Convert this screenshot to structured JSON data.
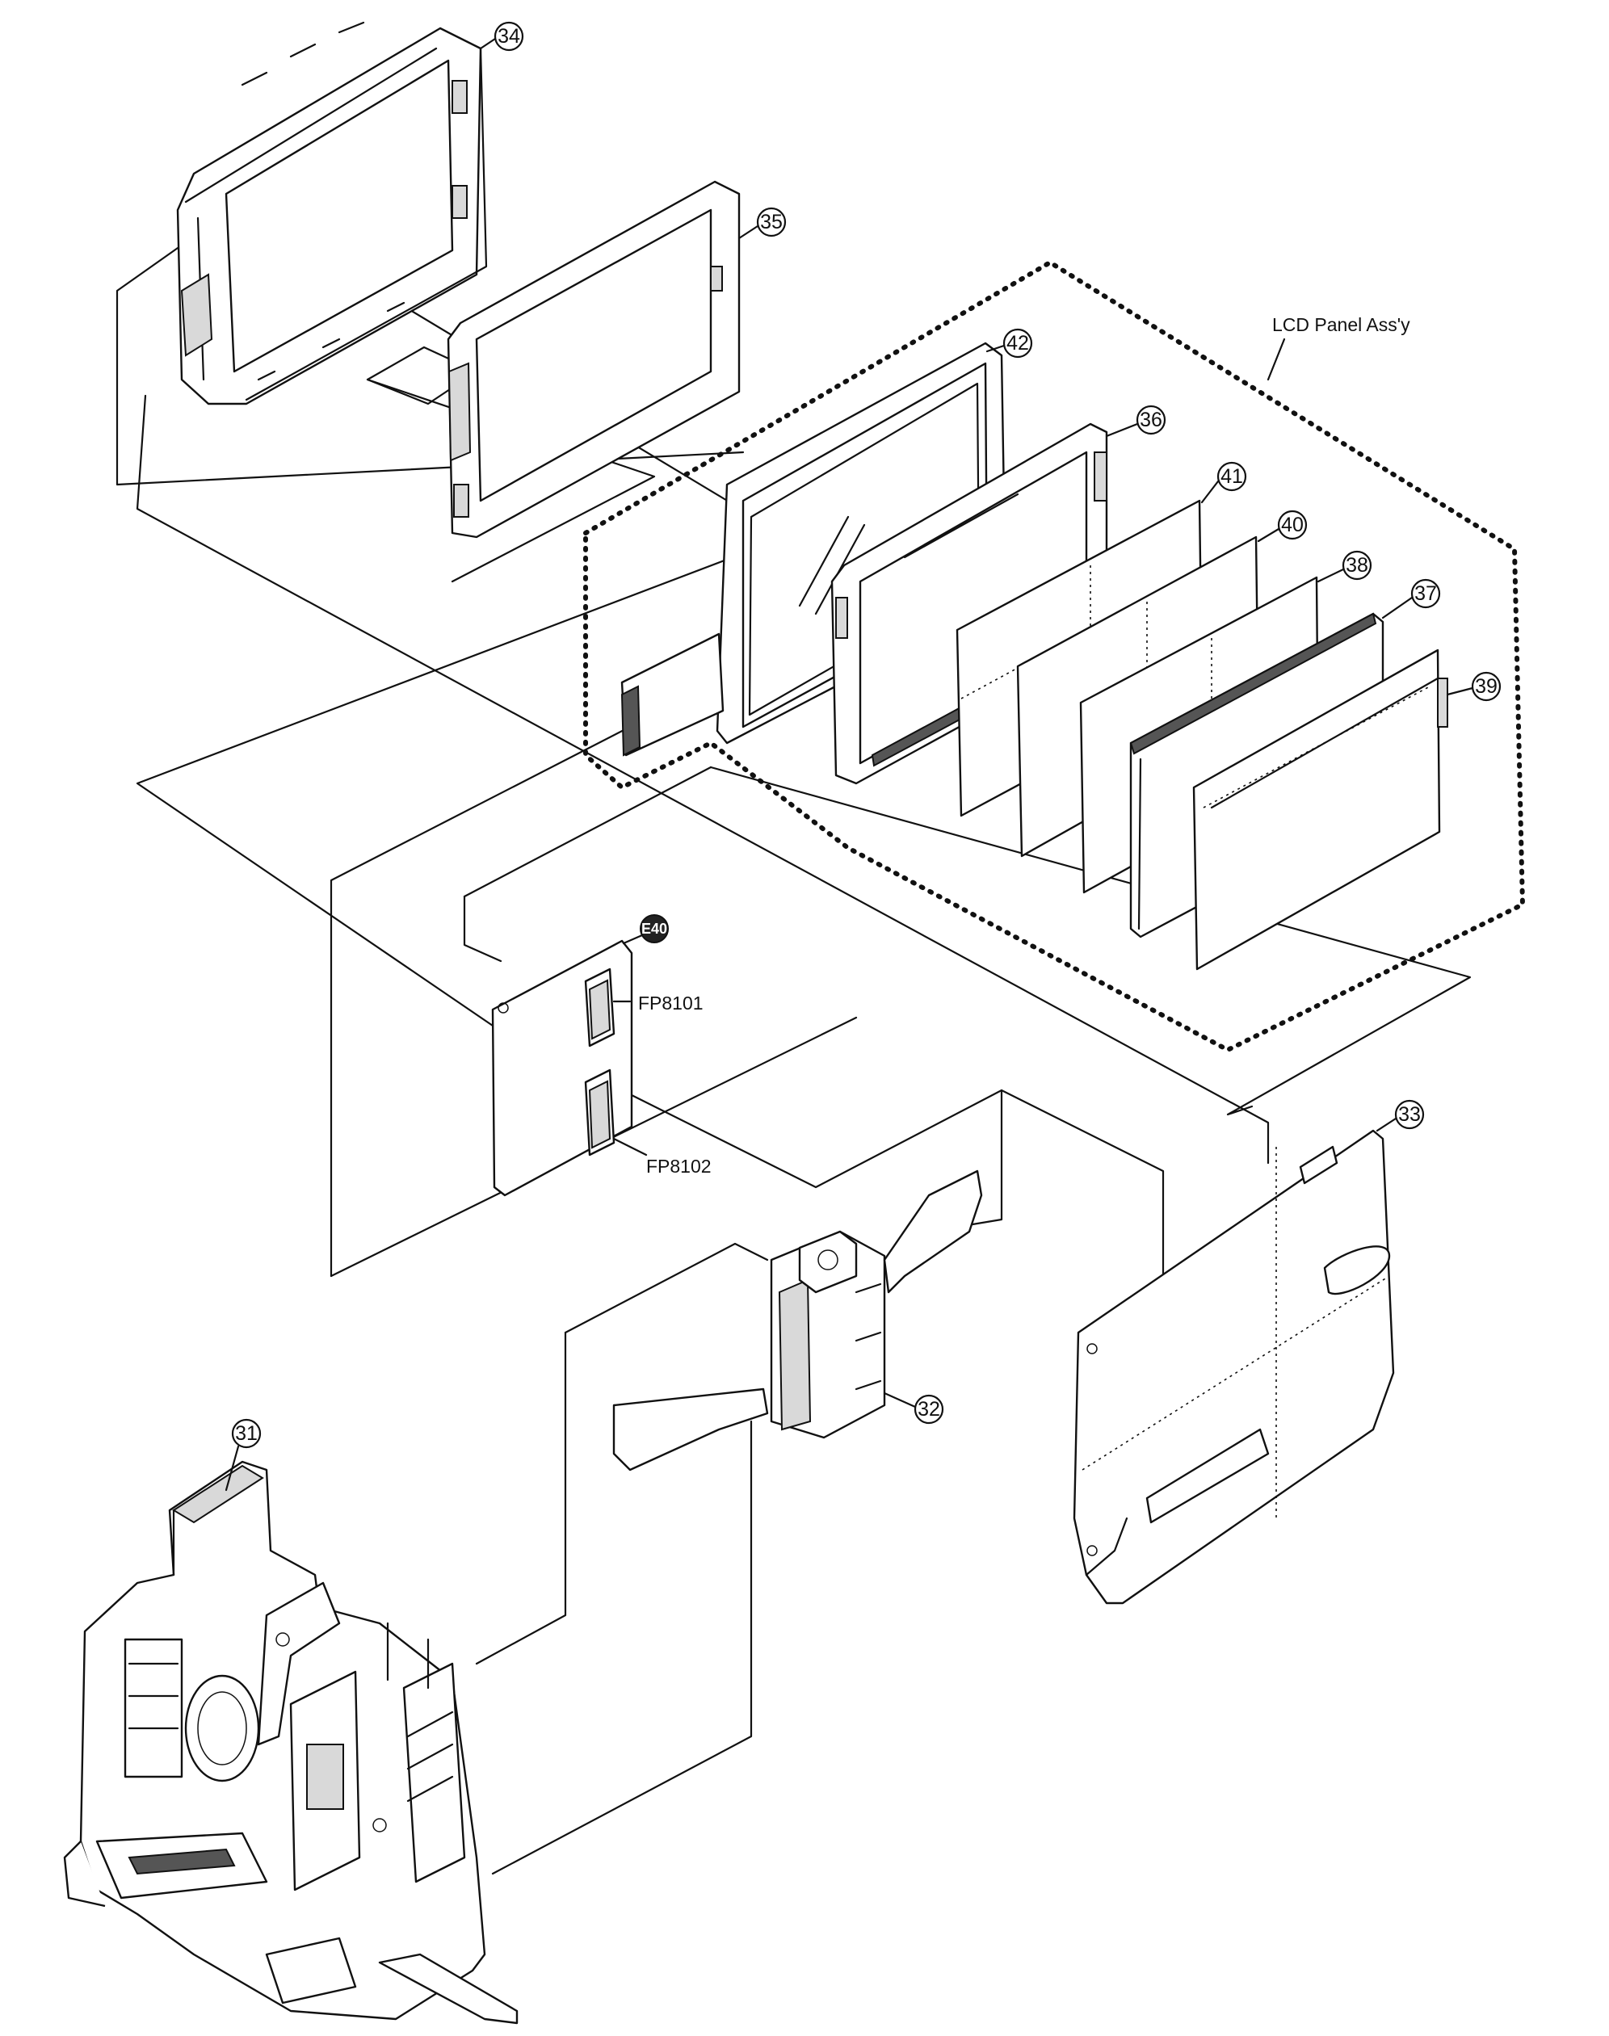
{
  "labels": {
    "lcd_panel_assy": "LCD Panel Ass'y",
    "fp8101": "FP8101",
    "fp8102": "FP8102"
  },
  "callouts": [
    "31",
    "32",
    "33",
    "34",
    "35",
    "36",
    "37",
    "38",
    "39",
    "40",
    "41",
    "42"
  ],
  "special_callout": "E40"
}
